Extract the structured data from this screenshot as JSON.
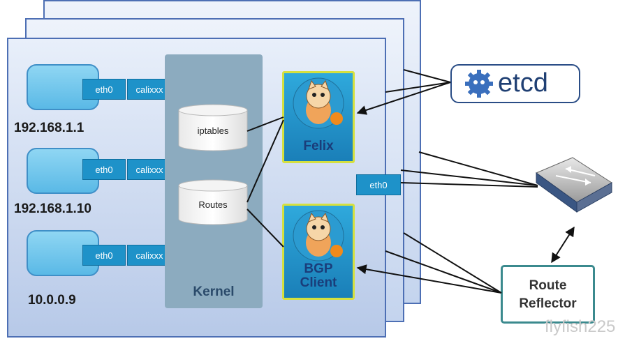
{
  "workloads": [
    {
      "ip": "192.168.1.1",
      "eth": "eth0",
      "cali": "calixxx"
    },
    {
      "ip": "192.168.1.10",
      "eth": "eth0",
      "cali": "calixxx"
    },
    {
      "ip": "10.0.0.9",
      "eth": "eth0",
      "cali": "calixxx"
    }
  ],
  "kernel": {
    "label": "Kernel",
    "iptables": "iptables",
    "routes": "Routes"
  },
  "felix": {
    "label": "Felix"
  },
  "bgp": {
    "label": "BGP\nClient"
  },
  "host_iface": "eth0",
  "etcd": {
    "label": "etcd"
  },
  "route_reflector": {
    "label": "Route\nReflector"
  },
  "watermark": "flyfish225",
  "colors": {
    "layer_border": "#4d6fb4",
    "workload_fill": "#7ccbee",
    "iface_fill": "#1e92c9",
    "kernel_fill": "#8cabbf",
    "agent_fill": "#2391c9",
    "agent_border": "#d5e03f",
    "rr_border": "#3b8a8e"
  },
  "icons": {
    "etcd": "etcd-gear-icon",
    "mascot": "calico-cat-icon",
    "router": "router-switch-icon"
  }
}
